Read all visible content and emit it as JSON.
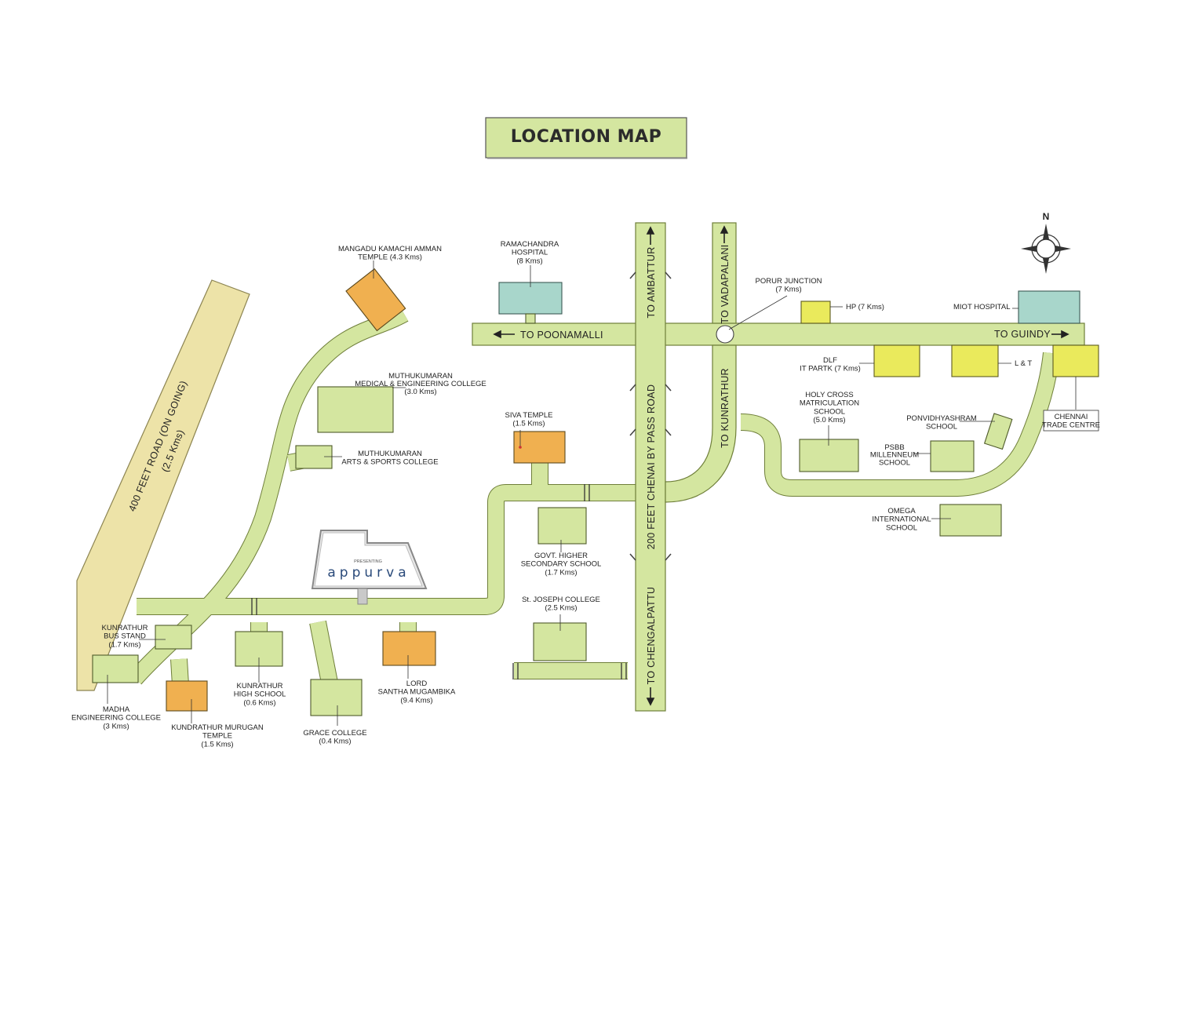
{
  "title": "LOCATION MAP",
  "compass": {
    "north_label": "N"
  },
  "logo": {
    "small_text": "PRESENTING",
    "brand": "appurva"
  },
  "roads": {
    "bypass": "200 FEET CHENAI BY PASS ROAD",
    "ambattur": "TO AMBATTUR",
    "chengalpattu": "TO CHENGALPATTU",
    "vadapalani": "TO VADAPALANI",
    "kunrathur": "TO KUNRATHUR",
    "poonamalli": "TO POONAMALLI",
    "guindy": "TO GUINDY",
    "road400_line1": "400 FEET ROAD (ON GOING)",
    "road400_line2": "(2.5 Kms)"
  },
  "landmarks": {
    "mangadu": [
      "MANGADU KAMACHI AMMAN",
      "TEMPLE (4.3 Kms)"
    ],
    "ramachandra": [
      "RAMACHANDRA",
      "HOSPITAL",
      "(8 Kms)"
    ],
    "porur": [
      "PORUR JUNCTION",
      "(7 Kms)"
    ],
    "hp": [
      "HP (7 Kms)"
    ],
    "miot": [
      "MIOT HOSPITAL"
    ],
    "dlf": [
      "DLF",
      "IT PARTK (7 Kms)"
    ],
    "lt": [
      "L & T"
    ],
    "chennai_trade": [
      "CHENNAI",
      "TRADE CENTRE"
    ],
    "holy_cross": [
      "HOLY CROSS",
      "MATRICULATION",
      "SCHOOL",
      "(5.0 Kms)"
    ],
    "ponvidhyashram": [
      "PONVIDHYASHRAM",
      "SCHOOL"
    ],
    "psbb": [
      "PSBB",
      "MILLENNEUM",
      "SCHOOL"
    ],
    "omega": [
      "OMEGA",
      "INTERNATIONAL",
      "SCHOOL"
    ],
    "muthu_med": [
      "MUTHUKUMARAN",
      "MEDICAL & ENGINEERING COLLEGE",
      "(3.0 Kms)"
    ],
    "muthu_arts": [
      "MUTHUKUMARAN",
      "ARTS & SPORTS COLLEGE"
    ],
    "siva": [
      "SIVA TEMPLE",
      "(1.5 Kms)"
    ],
    "govt": [
      "GOVT. HIGHER",
      "SECONDARY SCHOOL",
      "(1.7 Kms)"
    ],
    "joseph": [
      "St. JOSEPH COLLEGE",
      "(2.5 Kms)"
    ],
    "bus_stand": [
      "KUNRATHUR",
      "BUS STAND",
      "(1.7 Kms)"
    ],
    "madha": [
      "MADHA",
      "ENGINEERING COLLEGE",
      "(3 Kms)"
    ],
    "kundrathur_temple": [
      "KUNDRATHUR MURUGAN",
      "TEMPLE",
      "(1.5 Kms)"
    ],
    "kunrathur_hs": [
      "KUNRATHUR",
      "HIGH SCHOOL",
      "(0.6 Kms)"
    ],
    "grace": [
      "GRACE COLLEGE",
      "(0.4 Kms)"
    ],
    "lord": [
      "LORD",
      "SANTHA MUGAMBIKA",
      "(9.4 Kms)"
    ]
  },
  "colors": {
    "road": "#d4e6a0",
    "school_block": "#d4e6a0",
    "temple_block": "#f0b050",
    "it_block": "#eaea5c",
    "hospital_block": "#a8d6cb",
    "road_400ft": "#ede3a8",
    "title_box": "#d4e6a0"
  }
}
